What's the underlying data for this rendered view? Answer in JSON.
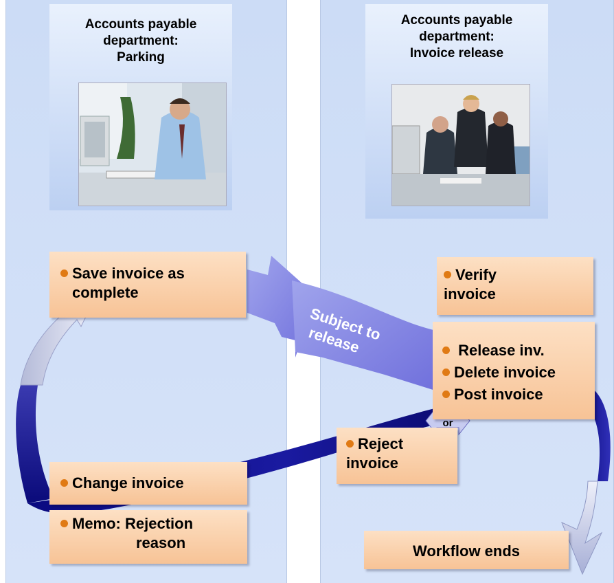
{
  "lanes": {
    "left": {
      "header": [
        "Accounts payable",
        "department:",
        "Parking"
      ]
    },
    "right": {
      "header": [
        "Accounts payable",
        "department:",
        "Invoice release"
      ]
    }
  },
  "boxes": {
    "save_invoice": [
      "Save invoice as",
      "complete"
    ],
    "change_invoice": "Change invoice",
    "memo": [
      "Memo: Rejection",
      "reason"
    ],
    "verify_invoice": [
      "Verify",
      "invoice"
    ],
    "release_inv": "Release inv.",
    "delete_invoice": "Delete invoice",
    "post_invoice": "Post invoice",
    "reject_invoice": [
      "Reject",
      "invoice"
    ],
    "workflow_ends": "Workflow ends"
  },
  "arrows": {
    "subject_to_release": [
      "Subject to",
      "release"
    ],
    "or_label": "or"
  },
  "colors": {
    "lane_bg": "#ccdcf6",
    "box_fill": "#f9cfa8",
    "bullet": "#e07a14",
    "arrow_dark_blue": "#0a0a8a",
    "arrow_light_purple": "#8a8ae6"
  }
}
